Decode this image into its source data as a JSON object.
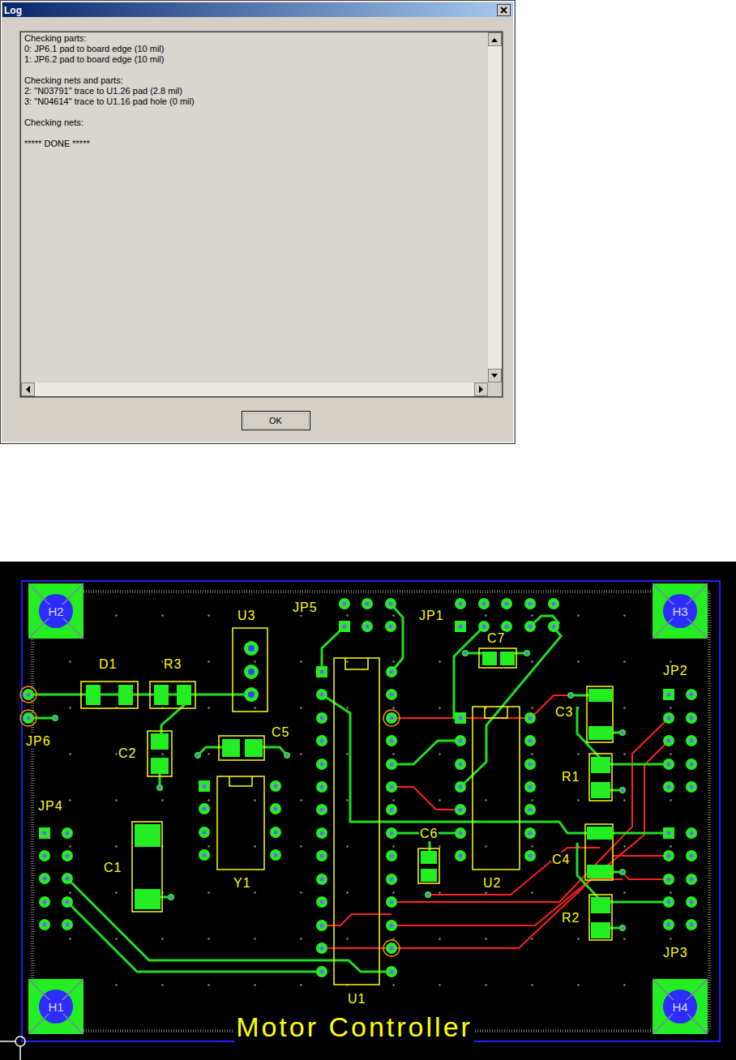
{
  "diagram": {
    "nodes": [
      {
        "text": [
          "Log"
        ]
      },
      {
        "text": [
          "Checking parts:",
          "0: JP6.1 pad to board edge (10 mil)",
          "1: JP6.2 pad to board edge (10 mil)",
          "Checking nets and parts:",
          "2: \"N03791\" trace to U1.26 pad (2.8 mil)",
          "3: \"N04614\" trace to U1.16 pad hole (0 mil)",
          "Checking nets:",
          "***** DONE *****"
        ],
        "in": 0
      },
      {
        "text": [
          "OK"
        ],
        "in": 0
      },
      {
        "text": [
          "Motor Controller"
        ]
      },
      {
        "text": [
          "H2"
        ],
        "in": 3
      },
      {
        "text": [
          "H3"
        ],
        "in": 3
      },
      {
        "text": [
          "H1"
        ],
        "in": 3
      },
      {
        "text": [
          "H4"
        ],
        "in": 3
      }
    ],
    "labels": [
      "U3",
      "JP5",
      "JP1",
      "D1",
      "R3",
      "C7",
      "JP2",
      "C3",
      "JP6",
      "C2",
      "C5",
      "R1",
      "JP4",
      "C1",
      "Y1",
      "C6",
      "U2",
      "C4",
      "R2",
      "JP3",
      "U1"
    ]
  }
}
